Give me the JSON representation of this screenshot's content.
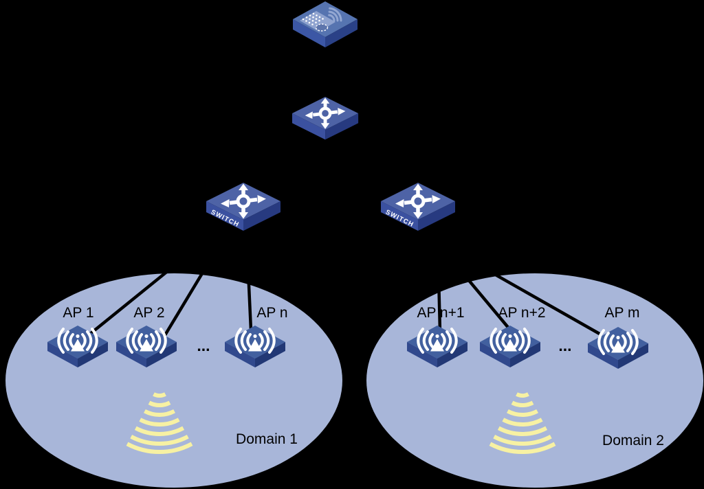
{
  "diagram": {
    "title": "wlan-roaming-domains-topology",
    "background": "#000000",
    "line_color": "#000000",
    "icons": {
      "controller": "wireless-controller-icon",
      "core_switch": "switch-icon",
      "access_switch": "switch-icon",
      "ap": "access-point-icon",
      "signal": "wifi-signal-fan-icon"
    },
    "access_switches": [
      {
        "label": "SWITCH"
      },
      {
        "label": "SWITCH"
      }
    ],
    "domains": [
      {
        "label": "Domain 1",
        "fill": "#a8b6d9",
        "signal_color": "#f7f1a3",
        "ellipsis": "...",
        "aps": [
          {
            "label": "AP 1"
          },
          {
            "label": "AP 2"
          },
          {
            "label": "AP n"
          }
        ]
      },
      {
        "label": "Domain 2",
        "fill": "#a8b6d9",
        "signal_color": "#f7f1a3",
        "ellipsis": "...",
        "aps": [
          {
            "label": "AP n+1"
          },
          {
            "label": "AP n+2"
          },
          {
            "label": "AP m"
          }
        ]
      }
    ],
    "device_colors": {
      "switch_top": "#4e63a6",
      "switch_left": "#3b51a0",
      "switch_right": "#273a80",
      "ap_top": "#42609f",
      "ap_left": "#31498d",
      "ap_right": "#223875",
      "controller_top": "#5674b0",
      "controller_left": "#3c57a5",
      "controller_right": "#2a4187",
      "controller_panel": "#8fa3cf",
      "glyph": "#ffffff"
    }
  }
}
